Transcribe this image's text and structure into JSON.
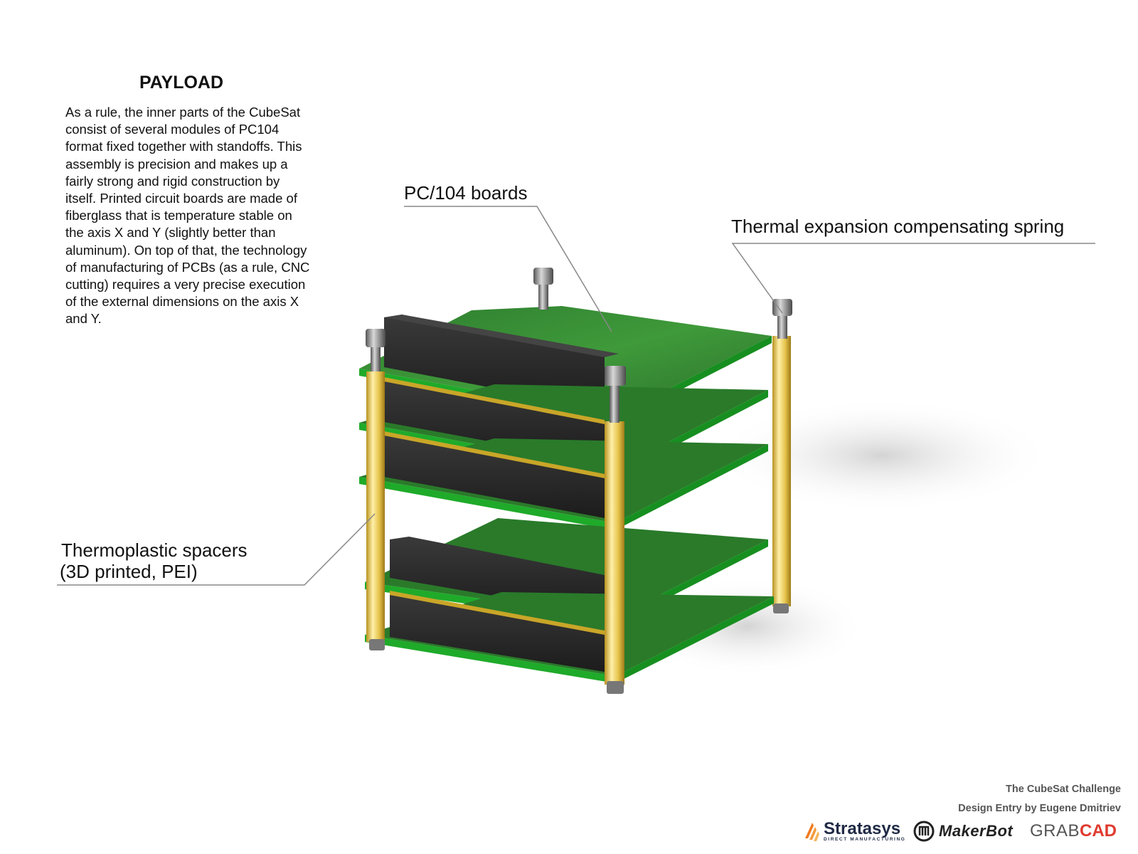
{
  "panel": {
    "title": "PAYLOAD",
    "body": "As a rule, the inner parts of the CubeSat consist of several modules of PC104 format fixed together with standoffs. This assembly is precision and makes up a fairly strong and rigid construction by itself. Printed circuit boards are made of fiberglass that is temperature stable on the axis X and Y (slightly better than aluminum). On top of that, the technology of manufacturing of PCBs (as a rule, CNC cutting) requires a very precise execution of the external dimensions on the axis X and Y."
  },
  "callouts": {
    "boards": "PC/104 boards",
    "spring": "Thermal expansion compensating spring",
    "spacers_line1": "Thermoplastic spacers",
    "spacers_line2": "(3D printed, PEI)"
  },
  "credits": {
    "challenge": "The CubeSat Challenge",
    "entry": "Design Entry by Eugene Dmitriev"
  },
  "logos": {
    "stratasys": "Stratasys",
    "stratasys_sub": "DIRECT MANUFACTURING",
    "makerbot": "MakerBot",
    "grabcad_grab": "GRAB",
    "grabcad_cad": "CAD"
  },
  "colors": {
    "pcb": "#1fa32a",
    "connector": "#2a2a2a",
    "spacer": "#e8c84a",
    "bolt": "#8a8a8a",
    "leader": "#888888"
  }
}
